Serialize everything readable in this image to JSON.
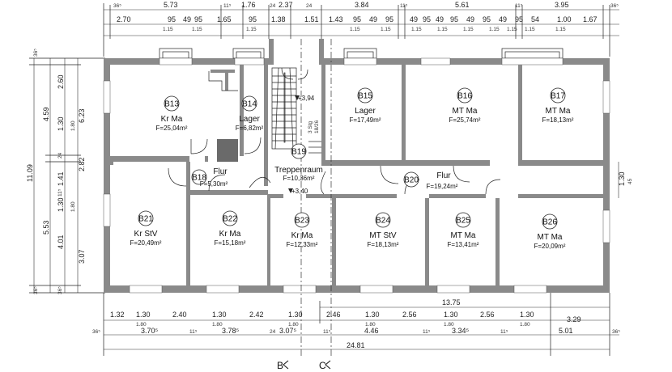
{
  "rooms": [
    {
      "id": "B13",
      "name": "Kr Ma",
      "area": "F=25,04m²"
    },
    {
      "id": "B14",
      "name": "Lager",
      "area": "F=6,82m²"
    },
    {
      "id": "B15",
      "name": "Lager",
      "area": "F=17,49m²"
    },
    {
      "id": "B16",
      "name": "MT Ma",
      "area": "F=25,74m²"
    },
    {
      "id": "B17",
      "name": "MT Ma",
      "area": "F=18,13m²"
    },
    {
      "id": "B18",
      "name": "Flur",
      "area": "F=5,30m²"
    },
    {
      "id": "B19",
      "name": "Treppenraum",
      "area": "F=10,36m²"
    },
    {
      "id": "B20",
      "name": "Flur",
      "area": "F=19,24m²"
    },
    {
      "id": "B21",
      "name": "Kr StV",
      "area": "F=20,49m²"
    },
    {
      "id": "B22",
      "name": "Kr Ma",
      "area": "F=15,18m²"
    },
    {
      "id": "B23",
      "name": "Kr Ma",
      "area": "F=12,33m²"
    },
    {
      "id": "B24",
      "name": "MT StV",
      "area": "F=18,13m²"
    },
    {
      "id": "B25",
      "name": "MT Ma",
      "area": "F=13,41m²"
    },
    {
      "id": "B26",
      "name": "MT Ma",
      "area": "F=20,09m²"
    }
  ],
  "levels": {
    "upper": "+3,94",
    "lower": "+3,40"
  },
  "stairs": {
    "label": "3 Stg",
    "rise": "18/26"
  },
  "top_dims": {
    "row1": [
      "36⁵",
      "5.73",
      "11⁵",
      "1.76",
      "24",
      "2.37",
      "24",
      "3.84",
      "11⁵",
      "5.61",
      "11⁵",
      "3.95",
      "36⁵"
    ],
    "row2": [
      "2.70",
      "95",
      "49",
      "95",
      "1.65",
      "95",
      "1.38",
      "1.51",
      "1.43",
      "95",
      "49",
      "95",
      "49",
      "95",
      "49",
      "95",
      "49",
      "95",
      "49",
      "95",
      "54",
      "1.00",
      "1.67"
    ],
    "row3": [
      "1.15",
      "1.15",
      "1.15",
      "1.15",
      "1.15",
      "1.15",
      "1.15",
      "1.15",
      "1.15",
      "1.15",
      "1.15",
      "1.15"
    ]
  },
  "bottom_dims": {
    "row1": [
      "13.75"
    ],
    "row2": [
      "1.32",
      "1.30",
      "2.40",
      "1.30",
      "2.42",
      "1.30",
      "2.46",
      "1.30",
      "2.56",
      "1.30",
      "2.56",
      "1.30",
      "3.29"
    ],
    "row2_sub": [
      "1.80",
      "1.80",
      "1.80",
      "1.80",
      "1.80",
      "1.80"
    ],
    "row3": [
      "36⁵",
      "3.70⁵",
      "11⁵",
      "3.78⁵",
      "24",
      "3.07⁵",
      "11⁵",
      "4.46",
      "11⁵",
      "3.34⁵",
      "11⁵",
      "5.01",
      "36⁵"
    ],
    "row4": [
      "24.81"
    ]
  },
  "left_dims": {
    "outer": [
      "36⁵",
      "11.09",
      "36⁵"
    ],
    "mid": [
      "4.59",
      "5.53"
    ],
    "inner1": [
      "2.60",
      "1.30",
      "24",
      "1.41",
      "11⁵",
      "1.30",
      "4.01",
      "36⁵"
    ],
    "inner2": [
      "6.23",
      "2.82",
      "3.07"
    ],
    "sub": [
      "1.80",
      "1.80"
    ]
  },
  "right_dims": {
    "a": "1.30",
    "b": "45"
  },
  "sections": {
    "b": "B",
    "c": "C"
  }
}
